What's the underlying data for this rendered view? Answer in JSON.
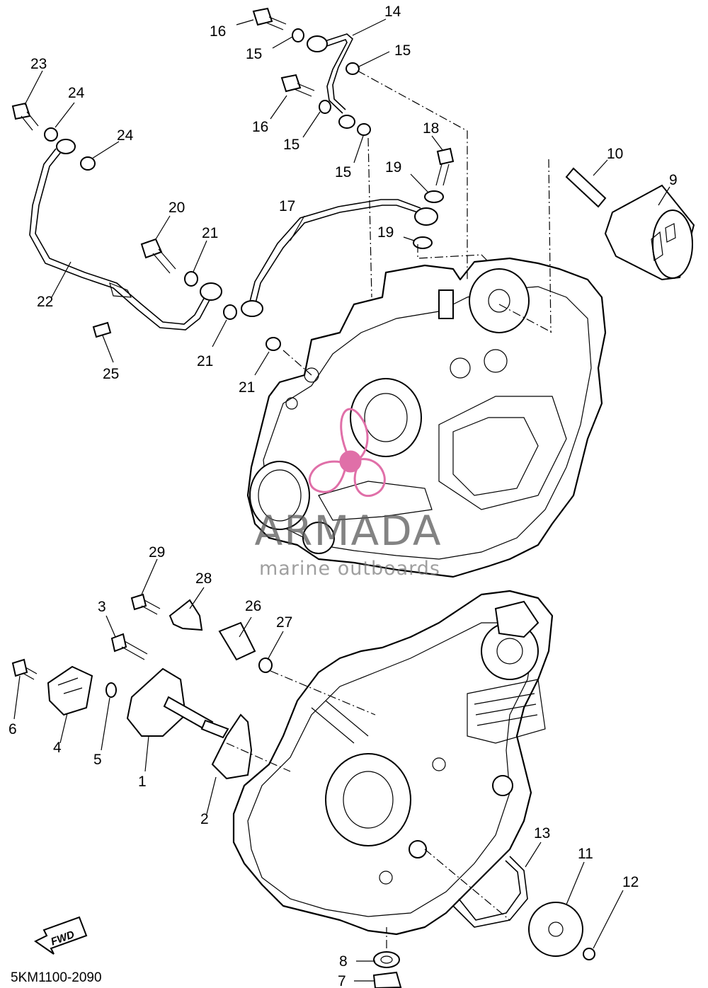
{
  "diagram_code": "5KM1100-2090",
  "watermark": {
    "brand": "ARMADA",
    "tagline": "marine outboards",
    "logo_color": "#e06fa8"
  },
  "fwd_label": "FWD",
  "callouts": {
    "c1": "1",
    "c2": "2",
    "c3": "3",
    "c4": "4",
    "c5": "5",
    "c6": "6",
    "c7": "7",
    "c8": "8",
    "c9": "9",
    "c10": "10",
    "c11": "11",
    "c12": "12",
    "c13": "13",
    "c14": "14",
    "c15a": "15",
    "c15b": "15",
    "c15c": "15",
    "c15d": "15",
    "c16a": "16",
    "c16b": "16",
    "c17": "17",
    "c18": "18",
    "c19a": "19",
    "c19b": "19",
    "c20": "20",
    "c21a": "21",
    "c21b": "21",
    "c21c": "21",
    "c22": "22",
    "c23": "23",
    "c24a": "24",
    "c24b": "24",
    "c25": "25",
    "c26": "26",
    "c27": "27",
    "c28": "28",
    "c29": "29"
  }
}
